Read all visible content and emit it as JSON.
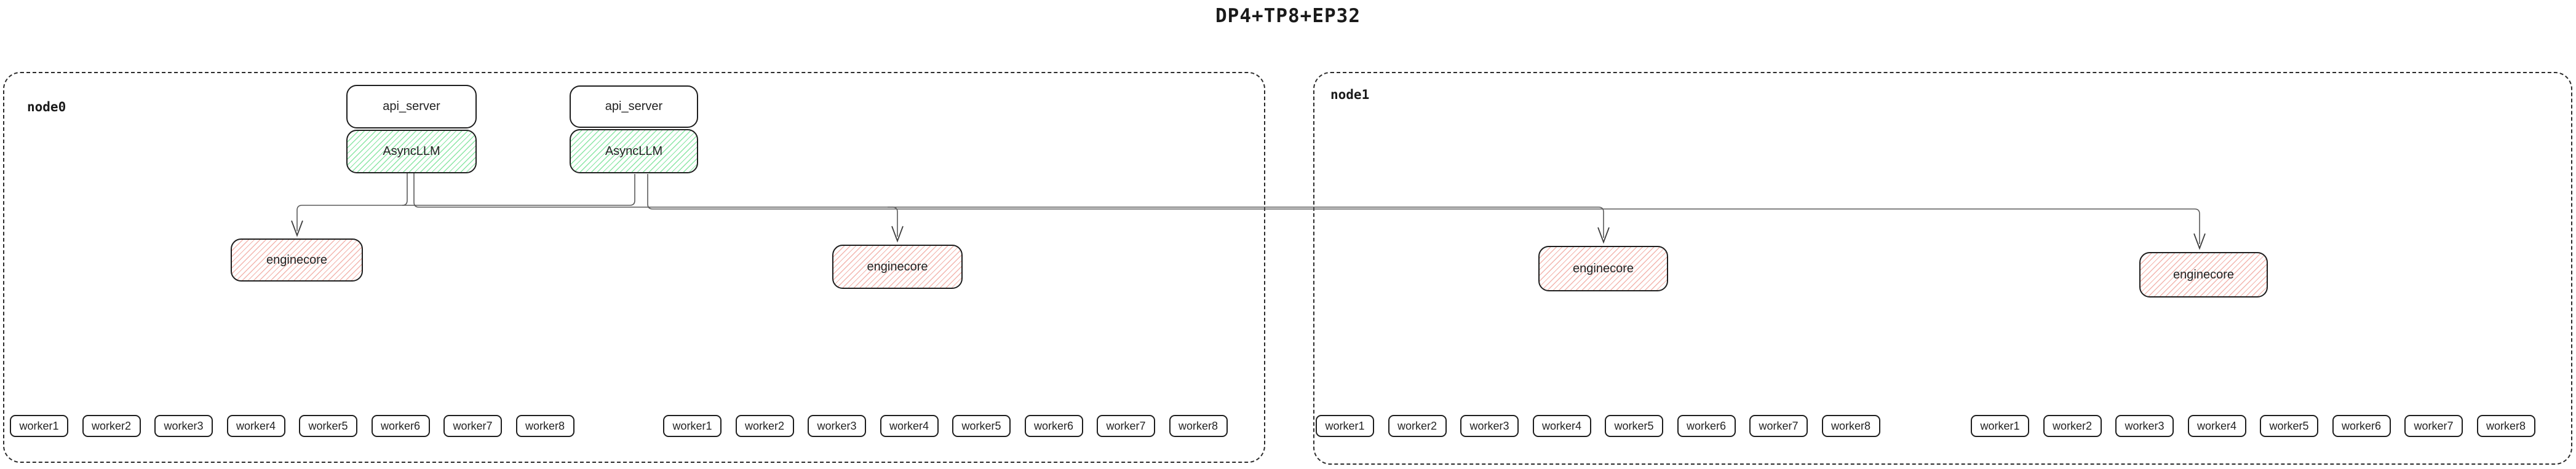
{
  "title": "DP4+TP8+EP32",
  "colors": {
    "border_dark": "#1e1e1e",
    "dashed_node_border": "#2b2b2b",
    "asyncllm_hatch_green": "#8ae6a4",
    "enginecore_hatch_red": "#f3b5ae",
    "wire_gray": "#5a5a5a"
  },
  "node0": {
    "label": "node0",
    "api_pairs": [
      {
        "api_server": "api_server",
        "asyncllm": "AsyncLLM"
      },
      {
        "api_server": "api_server",
        "asyncllm": "AsyncLLM"
      }
    ],
    "enginecores": [
      "enginecore",
      "enginecore"
    ],
    "worker_groups": [
      {
        "workers": [
          "worker1",
          "worker2",
          "worker3",
          "worker4",
          "worker5",
          "worker6",
          "worker7",
          "worker8"
        ]
      },
      {
        "workers": [
          "worker1",
          "worker2",
          "worker3",
          "worker4",
          "worker5",
          "worker6",
          "worker7",
          "worker8"
        ]
      }
    ]
  },
  "node1": {
    "label": "node1",
    "enginecores": [
      "enginecore",
      "enginecore"
    ],
    "worker_groups": [
      {
        "workers": [
          "worker1",
          "worker2",
          "worker3",
          "worker4",
          "worker5",
          "worker6",
          "worker7",
          "worker8"
        ]
      },
      {
        "workers": [
          "worker1",
          "worker2",
          "worker3",
          "worker4",
          "worker5",
          "worker6",
          "worker7",
          "worker8"
        ]
      }
    ]
  }
}
